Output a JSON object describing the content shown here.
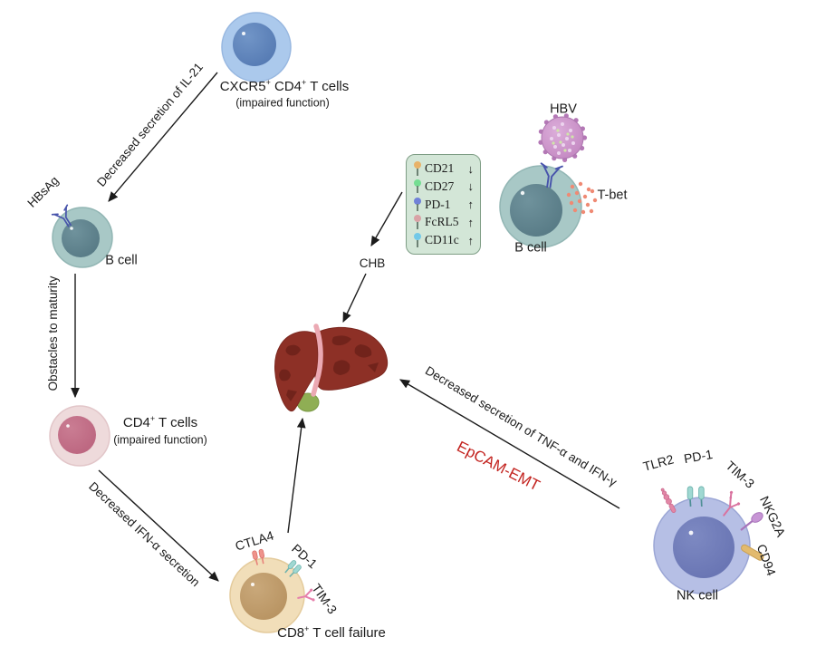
{
  "palette": {
    "red_text": "#c32420",
    "arrow": "#1b1b1b"
  },
  "nodes": {
    "cxcr5_cell": {
      "name_parts": [
        "CXCR5",
        "+",
        " CD4",
        "+",
        " T cells"
      ],
      "sub": "(impaired function)"
    },
    "b_cell_left": {
      "label": "B cell",
      "receptor": "HBsAg"
    },
    "cd4_cell": {
      "name_parts": [
        "CD4",
        "+",
        " T cells"
      ],
      "sub": "(impaired function)"
    },
    "cd8_cell": {
      "name_parts": [
        "CD8",
        "+",
        " T cell failure"
      ],
      "receptors": [
        "CTLA4",
        "PD-1",
        "TIM-3"
      ]
    },
    "b_cell_right": {
      "label": "B cell",
      "virus": "HBV",
      "factor": "T-bet"
    },
    "nk_cell": {
      "label": "NK cell",
      "receptors": [
        "TLR2",
        "PD-1",
        "TIM-3",
        "NKG2A",
        "CD94"
      ]
    }
  },
  "edges": {
    "il21": "Decreased secretion of IL-21",
    "maturity": "Obstacles to maturity",
    "ifn_alpha": "Decreased IFN-α secretion",
    "chb": "CHB",
    "tnf_ifng": "Decreased secretion of TNF-α and IFN-γ",
    "epcam": "EpCAM-EMT"
  },
  "marker_box": {
    "items": [
      {
        "name": "CD21",
        "direction": "↓",
        "color": "#e8b268"
      },
      {
        "name": "CD27",
        "direction": "↓",
        "color": "#74dd92"
      },
      {
        "name": "PD-1",
        "direction": "↑",
        "color": "#7081d8"
      },
      {
        "name": "FcRL5",
        "direction": "↑",
        "color": "#d9a2a6"
      },
      {
        "name": "CD11c",
        "direction": "↑",
        "color": "#72c9e8"
      }
    ]
  }
}
